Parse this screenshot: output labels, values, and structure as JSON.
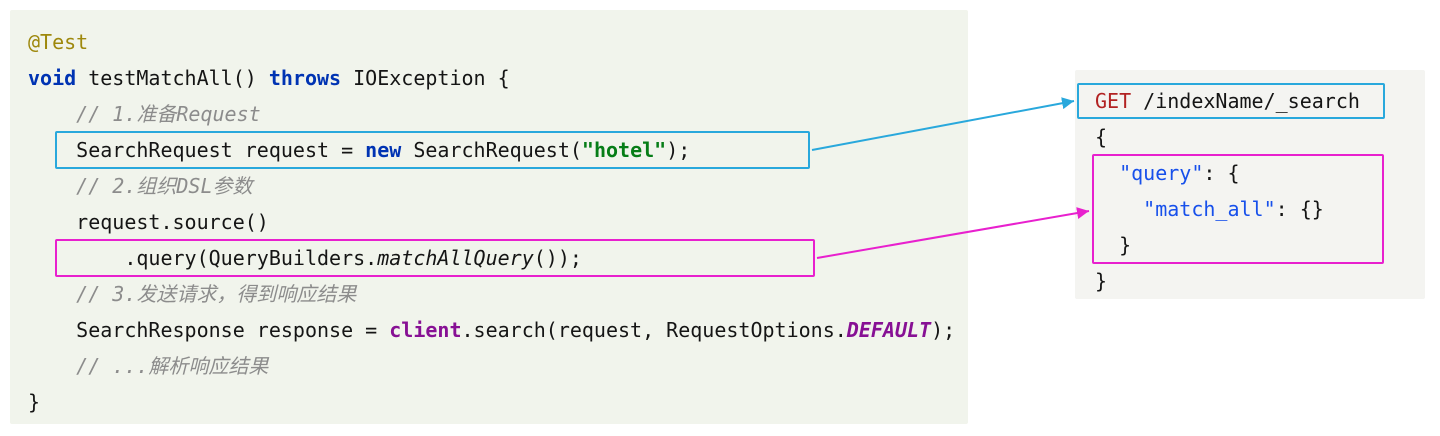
{
  "colors": {
    "cyan": "#29A8DC",
    "magenta": "#E820CE",
    "panel_left_bg": "#F1F4EC",
    "panel_right_bg": "#F4F4F1"
  },
  "java_panel": {
    "lines": [
      [
        {
          "c": "a",
          "s": "@Test"
        }
      ],
      [
        {
          "c": "k",
          "s": "void"
        },
        {
          "c": "p",
          "s": " testMatchAll() "
        },
        {
          "c": "k",
          "s": "throws"
        },
        {
          "c": "p",
          "s": " IOException {"
        }
      ],
      [
        {
          "c": "c",
          "s": "    // 1.准备Request"
        }
      ],
      [
        {
          "c": "p",
          "s": "    SearchRequest request = "
        },
        {
          "c": "k",
          "s": "new"
        },
        {
          "c": "p",
          "s": " SearchRequest("
        },
        {
          "c": "s",
          "s": "\"hotel\""
        },
        {
          "c": "p",
          "s": ");"
        }
      ],
      [
        {
          "c": "c",
          "s": "    // 2.组织DSL参数"
        }
      ],
      [
        {
          "c": "p",
          "s": "    request.source()"
        }
      ],
      [
        {
          "c": "p",
          "s": "        .query(QueryBuilders."
        },
        {
          "c": "sm",
          "s": "matchAllQuery"
        },
        {
          "c": "p",
          "s": "());"
        }
      ],
      [
        {
          "c": "c",
          "s": "    // 3.发送请求，得到响应结果"
        }
      ],
      [
        {
          "c": "p",
          "s": "    SearchResponse response = "
        },
        {
          "c": "f",
          "s": "client"
        },
        {
          "c": "p",
          "s": ".search(request, RequestOptions."
        },
        {
          "c": "sf",
          "s": "DEFAULT"
        },
        {
          "c": "p",
          "s": ");"
        }
      ],
      [
        {
          "c": "c",
          "s": "    // ...解析响应结果"
        }
      ],
      [
        {
          "c": "p",
          "s": "}"
        }
      ]
    ]
  },
  "dsl_panel": {
    "lines": [
      [
        {
          "c": "m",
          "s": "GET"
        },
        {
          "c": "p",
          "s": " /indexName/_search"
        }
      ],
      [
        {
          "c": "p",
          "s": "{"
        }
      ],
      [
        {
          "c": "p",
          "s": "  "
        },
        {
          "c": "j",
          "s": "\"query\""
        },
        {
          "c": "p",
          "s": ": {"
        }
      ],
      [
        {
          "c": "p",
          "s": "    "
        },
        {
          "c": "j",
          "s": "\"match_all\""
        },
        {
          "c": "p",
          "s": ": {}"
        }
      ],
      [
        {
          "c": "p",
          "s": "  }"
        }
      ],
      [
        {
          "c": "p",
          "s": "}"
        }
      ]
    ]
  }
}
